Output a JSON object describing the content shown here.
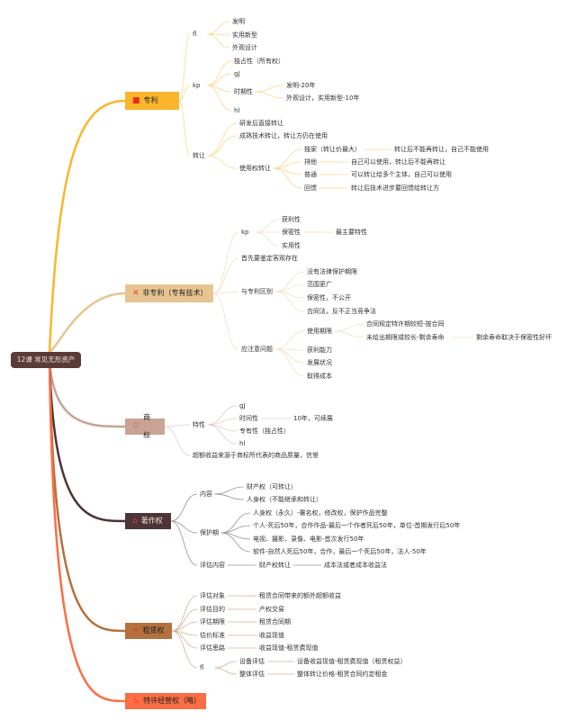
{
  "root": {
    "label": "12课 常见无形资产"
  },
  "branches": [
    {
      "key": "patent",
      "label": "专利",
      "icon": "flag-icon",
      "glyph": "■",
      "icon_color": "#e52b1e",
      "color": "#fbb52b",
      "text_color": "#222",
      "children": [
        {
          "label": "fl",
          "children": [
            {
              "label": "发明"
            },
            {
              "label": "实用新型"
            },
            {
              "label": "外观设计"
            }
          ]
        },
        {
          "label": "kp",
          "children": [
            {
              "label": "独占性（所有权）"
            },
            {
              "label": "gJ"
            },
            {
              "label": "时期性",
              "children": [
                {
                  "label": "发明-20年"
                },
                {
                  "label": "外观设计，实用新型-10年"
                }
              ]
            },
            {
              "label": "hl"
            }
          ]
        },
        {
          "label": "转让",
          "children": [
            {
              "label": "研发后直接转让"
            },
            {
              "label": "成熟技术转让，转让方仍在使用"
            },
            {
              "label": "使用权转让",
              "children": [
                {
                  "label": "独家（转让价最大）",
                  "children": [
                    {
                      "label": "转让后不能再转让，自己不能使用"
                    }
                  ]
                },
                {
                  "label": "排他",
                  "children": [
                    {
                      "label": "自己可以使用，转让后不能再转让"
                    }
                  ]
                },
                {
                  "label": "普通",
                  "children": [
                    {
                      "label": "可以转让给多个主体，自己可以使用"
                    }
                  ]
                },
                {
                  "label": "回馈",
                  "children": [
                    {
                      "label": "转让后技术进步要回馈给转让方"
                    }
                  ]
                }
              ]
            }
          ]
        }
      ]
    },
    {
      "key": "non_patent",
      "label": "非专利（专有技术）",
      "icon": "tools-icon",
      "glyph": "✕",
      "icon_color": "#d9452a",
      "color": "#e8c491",
      "text_color": "#222",
      "children": [
        {
          "label": "kp",
          "children": [
            {
              "label": "获利性"
            },
            {
              "label": "保密性",
              "children": [
                {
                  "label": "最主要特性"
                }
              ]
            },
            {
              "label": "实用性"
            }
          ]
        },
        {
          "label": "首先要鉴定客观存在"
        },
        {
          "label": "与专利区别",
          "children": [
            {
              "label": "没有法律保护期限"
            },
            {
              "label": "范围更广"
            },
            {
              "label": "保密性，不公开"
            },
            {
              "label": "合同法，反不正当竞争法"
            }
          ]
        },
        {
          "label": "应注意问题",
          "children": [
            {
              "label": "使用期限",
              "children": [
                {
                  "label": "合同规定特许期较短-按合同"
                },
                {
                  "label": "未给出期限或较长-剩余寿命",
                  "children": [
                    {
                      "label": "剩余寿命取决于保密性好坏"
                    }
                  ]
                }
              ]
            },
            {
              "label": "获利能力"
            },
            {
              "label": "发展状况"
            },
            {
              "label": "取得成本"
            }
          ]
        }
      ]
    },
    {
      "key": "trademark",
      "label": "商标",
      "icon": "heart-icon",
      "glyph": "♡",
      "icon_color": "#d3212d",
      "color": "#c9a396",
      "text_color": "#222",
      "children": [
        {
          "label": "特性",
          "children": [
            {
              "label": "gJ"
            },
            {
              "label": "时间性",
              "children": [
                {
                  "label": "10年，可续展"
                }
              ]
            },
            {
              "label": "专有性（独占性）"
            },
            {
              "label": "hl"
            }
          ]
        },
        {
          "label": "超额收益来源于商标所代表的商品质量，信誉"
        }
      ]
    },
    {
      "key": "copyright",
      "label": "著作权",
      "icon": "home-icon",
      "glyph": "⌂",
      "icon_color": "#d9452a",
      "color": "#4e3436",
      "text_color": "#f2e6dc",
      "children": [
        {
          "label": "内容",
          "children": [
            {
              "label": "财产权（可转让）"
            },
            {
              "label": "人身权（不能继承和转让）"
            }
          ]
        },
        {
          "label": "保护期",
          "children": [
            {
              "label": "人身权（永久）-署名权，修改权，保护作品完整"
            },
            {
              "label": "个人-死后50年，合作作品-最后一个作者死后50年，单位-首期发行后50年"
            },
            {
              "label": "电视、摄影、录像、电影-首次发行50年"
            },
            {
              "label": "软件-自然人死后50年，合作，最后一个死后50年，法人-50年"
            }
          ]
        },
        {
          "label": "评估内容",
          "children": [
            {
              "label": "财产权转让",
              "children": [
                {
                  "label": "成本法或者成本收益法"
                }
              ]
            }
          ]
        }
      ]
    },
    {
      "key": "lease",
      "label": "租赁权",
      "icon": "tools-icon",
      "glyph": "✕",
      "icon_color": "#d9452a",
      "color": "#b4713f",
      "text_color": "#222",
      "children": [
        {
          "label": "评估对象",
          "children": [
            {
              "label": "租赁合同带来的额外超额收益"
            }
          ]
        },
        {
          "label": "评估目的",
          "children": [
            {
              "label": "产权交易"
            }
          ]
        },
        {
          "label": "评估期限",
          "children": [
            {
              "label": "租赁合同期"
            }
          ]
        },
        {
          "label": "估价标准",
          "children": [
            {
              "label": "收益现值"
            }
          ]
        },
        {
          "label": "评估思路",
          "children": [
            {
              "label": "收益现值-租赁费现值"
            }
          ]
        },
        {
          "label": "fl",
          "children": [
            {
              "label": "设备评估",
              "children": [
                {
                  "label": "设备收益现值-租赁费现值（租赁权益）"
                }
              ]
            },
            {
              "label": "整体评估",
              "children": [
                {
                  "label": "整体转让价格-租赁合同约定租金"
                }
              ]
            }
          ]
        }
      ]
    },
    {
      "key": "franchise",
      "label": "特许经营权（略）",
      "icon": "fire-icon",
      "glyph": "♨",
      "icon_color": "#d9201e",
      "color": "#fb6e45",
      "text_color": "#222",
      "children": []
    }
  ]
}
